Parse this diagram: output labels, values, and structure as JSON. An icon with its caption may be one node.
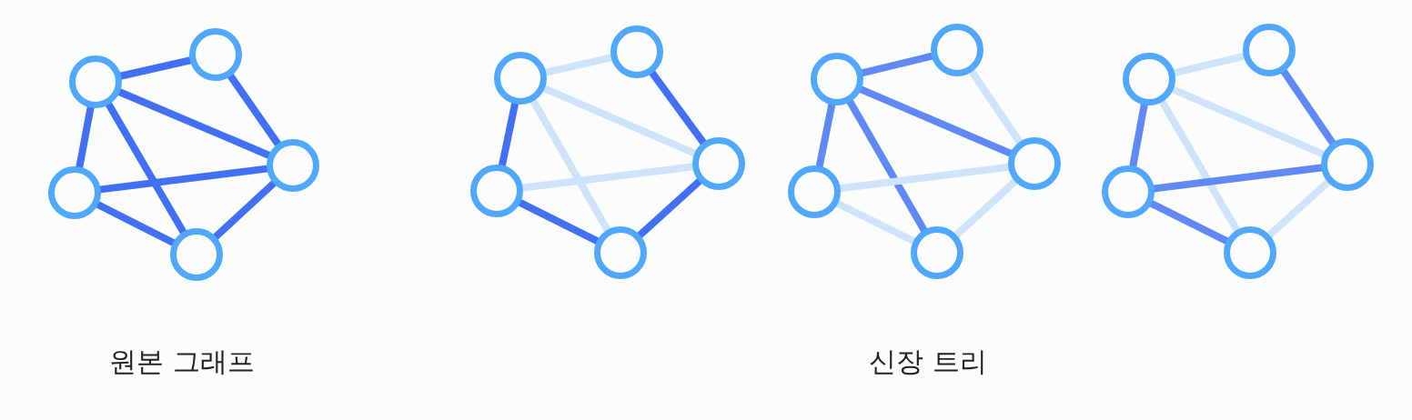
{
  "diagram": {
    "nodes": [
      {
        "text": [],
        "shape": "circle"
      },
      {
        "text": [],
        "shape": "circle"
      },
      {
        "text": [],
        "shape": "circle"
      },
      {
        "text": [],
        "shape": "circle"
      },
      {
        "text": [],
        "shape": "circle"
      },
      {
        "text": [],
        "shape": "circle"
      },
      {
        "text": [],
        "shape": "circle"
      },
      {
        "text": [],
        "shape": "circle"
      },
      {
        "text": [],
        "shape": "circle"
      },
      {
        "text": [],
        "shape": "circle"
      },
      {
        "text": [],
        "shape": "circle"
      },
      {
        "text": [],
        "shape": "circle"
      },
      {
        "text": [],
        "shape": "circle"
      },
      {
        "text": [],
        "shape": "circle"
      },
      {
        "text": [],
        "shape": "circle"
      },
      {
        "text": [],
        "shape": "circle"
      },
      {
        "text": [],
        "shape": "circle"
      },
      {
        "text": [],
        "shape": "circle"
      },
      {
        "text": [],
        "shape": "circle"
      },
      {
        "text": [],
        "shape": "circle"
      }
    ],
    "edges": [
      {
        "from": 0,
        "to": 1,
        "arrow": "none"
      },
      {
        "from": 0,
        "to": 2,
        "arrow": "none"
      },
      {
        "from": 0,
        "to": 3,
        "arrow": "none"
      },
      {
        "from": 0,
        "to": 4,
        "arrow": "none"
      },
      {
        "from": 1,
        "to": 2,
        "arrow": "none"
      },
      {
        "from": 3,
        "to": 2,
        "arrow": "none"
      },
      {
        "from": 4,
        "to": 2,
        "arrow": "none"
      },
      {
        "from": 3,
        "to": 4,
        "arrow": "none"
      },
      {
        "from": 5,
        "to": 6,
        "arrow": "none",
        "color": "#cfe3fb"
      },
      {
        "from": 5,
        "to": 7,
        "arrow": "none",
        "color": "#cfe3fb"
      },
      {
        "from": 5,
        "to": 8,
        "arrow": "none"
      },
      {
        "from": 5,
        "to": 9,
        "arrow": "none",
        "color": "#cfe3fb"
      },
      {
        "from": 6,
        "to": 7,
        "arrow": "none"
      },
      {
        "from": 8,
        "to": 7,
        "arrow": "none",
        "color": "#cfe3fb"
      },
      {
        "from": 9,
        "to": 7,
        "arrow": "none"
      },
      {
        "from": 8,
        "to": 9,
        "arrow": "none"
      },
      {
        "from": 10,
        "to": 11,
        "arrow": "none",
        "color": "#6089f6"
      },
      {
        "from": 10,
        "to": 12,
        "arrow": "none",
        "color": "#6089f6"
      },
      {
        "from": 10,
        "to": 13,
        "arrow": "none",
        "color": "#6089f6"
      },
      {
        "from": 10,
        "to": 14,
        "arrow": "none",
        "color": "#6089f6"
      },
      {
        "from": 11,
        "to": 12,
        "arrow": "none",
        "color": "#cfe3fb"
      },
      {
        "from": 13,
        "to": 12,
        "arrow": "none",
        "color": "#cfe3fb"
      },
      {
        "from": 14,
        "to": 12,
        "arrow": "none",
        "color": "#cfe3fb"
      },
      {
        "from": 13,
        "to": 14,
        "arrow": "none",
        "color": "#cfe3fb"
      },
      {
        "from": 15,
        "to": 16,
        "arrow": "none",
        "color": "#cfe3fb"
      },
      {
        "from": 15,
        "to": 17,
        "arrow": "none",
        "color": "#cfe3fb"
      },
      {
        "from": 15,
        "to": 18,
        "arrow": "none",
        "color": "#6089f6"
      },
      {
        "from": 15,
        "to": 19,
        "arrow": "none",
        "color": "#cfe3fb"
      },
      {
        "from": 16,
        "to": 17,
        "arrow": "none",
        "color": "#6089f6"
      },
      {
        "from": 18,
        "to": 17,
        "arrow": "none",
        "color": "#6089f6"
      },
      {
        "from": 19,
        "to": 17,
        "arrow": "none",
        "color": "#cfe3fb"
      },
      {
        "from": 18,
        "to": 19,
        "arrow": "none",
        "color": "#6089f6"
      }
    ],
    "labels": [
      "원본 그래프",
      "신장 트리"
    ]
  }
}
